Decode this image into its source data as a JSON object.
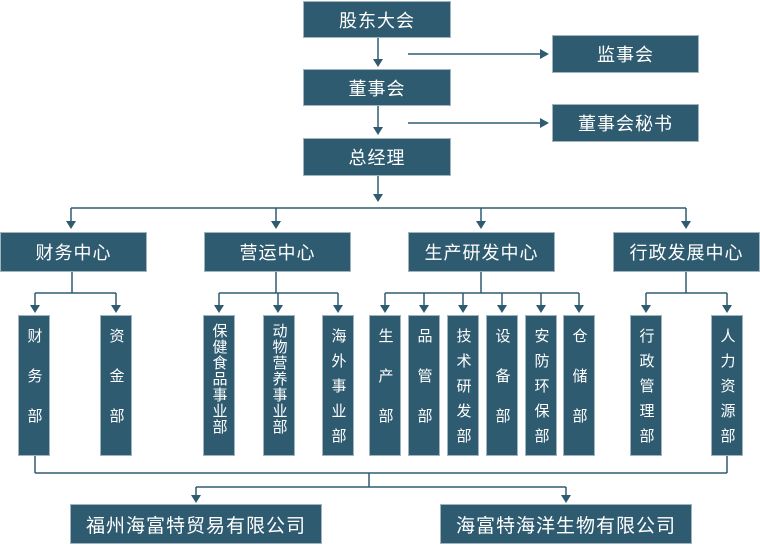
{
  "colors": {
    "box_fill": "#2e5b70",
    "box_text": "#ffffff",
    "line": "#2e5b70"
  },
  "top": {
    "shareholders": "股东大会",
    "supervisors": "监事会",
    "board": "董事会",
    "secretary": "董事会秘书",
    "gm": "总经理"
  },
  "centers": {
    "finance": "财务中心",
    "marketing": "营运中心",
    "production": "生产研发中心",
    "admin": "行政发展中心"
  },
  "departments": {
    "finance_dept": "财务部",
    "funds_dept": "资金部",
    "health_food": "保健食品事业部",
    "animal_nutrition": "动物营养事业部",
    "overseas": "海外事业部",
    "production_dept": "生产部",
    "quality_dept": "品管部",
    "rnd_dept": "技术研发部",
    "equipment_dept": "设备部",
    "safety_env_dept": "安防环保部",
    "storage_dept": "仓储部",
    "admin_mgmt_dept": "行政管理部",
    "hr_dept": "人力资源部"
  },
  "subsidiaries": {
    "fuzhou": "福州海富特贸易有限公司",
    "haifute": "海富特海洋生物有限公司"
  }
}
